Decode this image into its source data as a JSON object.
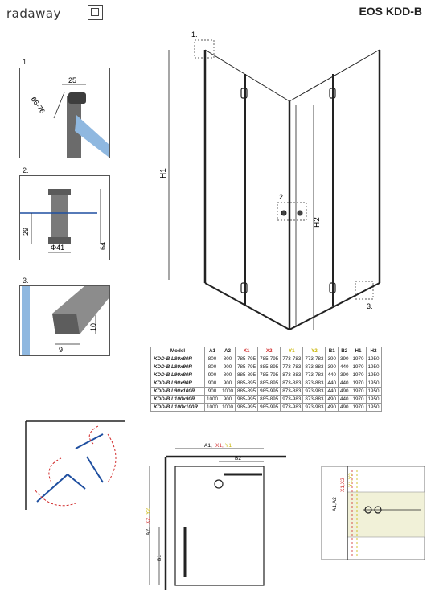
{
  "brand": {
    "name": "radaway"
  },
  "product": {
    "title": "EOS KDD-B"
  },
  "details": [
    {
      "num": "1.",
      "dims": [
        "25",
        "66-76"
      ]
    },
    {
      "num": "2.",
      "dims": [
        "29",
        "Φ41",
        "64"
      ]
    },
    {
      "num": "3.",
      "dims": [
        "10",
        "9"
      ]
    }
  ],
  "main_drawing": {
    "callouts": [
      "1.",
      "2.",
      "3."
    ],
    "dims": {
      "h1": "H1",
      "h2": "H2"
    }
  },
  "spec_table": {
    "headers": [
      "Model",
      "A1",
      "A2",
      "X1",
      "X2",
      "Y1",
      "Y2",
      "B1",
      "B2",
      "H1",
      "H2"
    ],
    "rows": [
      [
        "KDD-B L80x80R",
        "800",
        "800",
        "785-795",
        "785-795",
        "773-783",
        "773-783",
        "390",
        "390",
        "1970",
        "1950"
      ],
      [
        "KDD-B L80x90R",
        "800",
        "900",
        "785-795",
        "885-895",
        "773-783",
        "873-883",
        "390",
        "440",
        "1970",
        "1950"
      ],
      [
        "KDD-B L90x80R",
        "900",
        "800",
        "885-895",
        "785-795",
        "873-883",
        "773-783",
        "440",
        "390",
        "1970",
        "1950"
      ],
      [
        "KDD-B L90x90R",
        "900",
        "900",
        "885-895",
        "885-895",
        "873-883",
        "873-883",
        "440",
        "440",
        "1970",
        "1950"
      ],
      [
        "KDD-B L90x100R",
        "900",
        "1000",
        "885-895",
        "985-995",
        "873-883",
        "973-983",
        "440",
        "490",
        "1970",
        "1950"
      ],
      [
        "KDD-B L100x90R",
        "1000",
        "900",
        "985-995",
        "885-895",
        "973-983",
        "873-883",
        "490",
        "440",
        "1970",
        "1950"
      ],
      [
        "KDD-B L100x100R",
        "1000",
        "1000",
        "985-995",
        "985-995",
        "973-983",
        "973-983",
        "490",
        "490",
        "1970",
        "1950"
      ]
    ]
  },
  "plan_view": {
    "top_dim_prefix": "A1,",
    "top_dim_x": "X1,",
    "top_dim_y": "Y1",
    "b2": "B2",
    "side_dim_prefix": "A2,",
    "side_dim_x": "X2,",
    "side_dim_y": "Y2",
    "b1": "B1"
  },
  "side_view": {
    "label_a": "A1,A2",
    "label_x": "X1,X2",
    "label_y": "Y1,Y2"
  },
  "colors": {
    "red": "#d12a2a",
    "yellow": "#c8b400",
    "blue": "#1f4fa0",
    "ink": "#222222"
  }
}
